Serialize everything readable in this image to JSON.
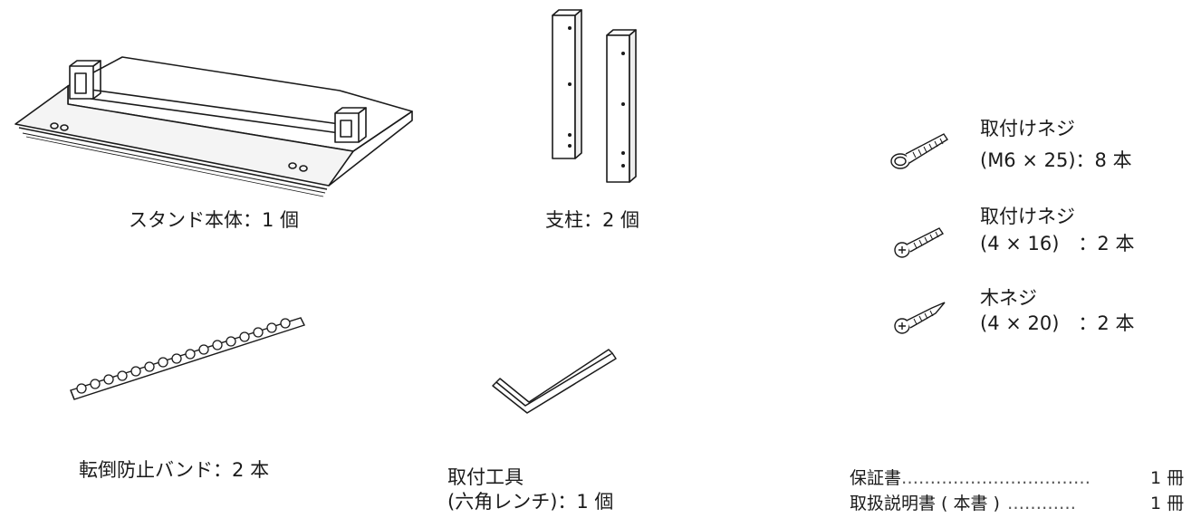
{
  "parts": {
    "stand_body": {
      "label": "スタンド本体：1 個"
    },
    "pillar": {
      "label": "支柱：2 個"
    },
    "anti_tip_band": {
      "label": "転倒防止バンド：2 本"
    },
    "tool": {
      "label_line1": "取付工具",
      "label_line2": "(六角レンチ)：1 個"
    },
    "screw_m6": {
      "label_line1": "取付けネジ",
      "label_line2": "(M6 × 25)：8 本"
    },
    "screw_4x16": {
      "label_line1": "取付けネジ",
      "label_line2": "(4 × 16)　：2 本"
    },
    "wood_screw": {
      "label_line1": "木ネジ",
      "label_line2": "(4 × 20)　：2 本"
    }
  },
  "documents": [
    {
      "name": "保証書",
      "dots": "……………………………",
      "qty": "1 冊"
    },
    {
      "name": "取扱説明書 ( 本書 )",
      "dots": "…………",
      "qty": "1 冊"
    }
  ]
}
